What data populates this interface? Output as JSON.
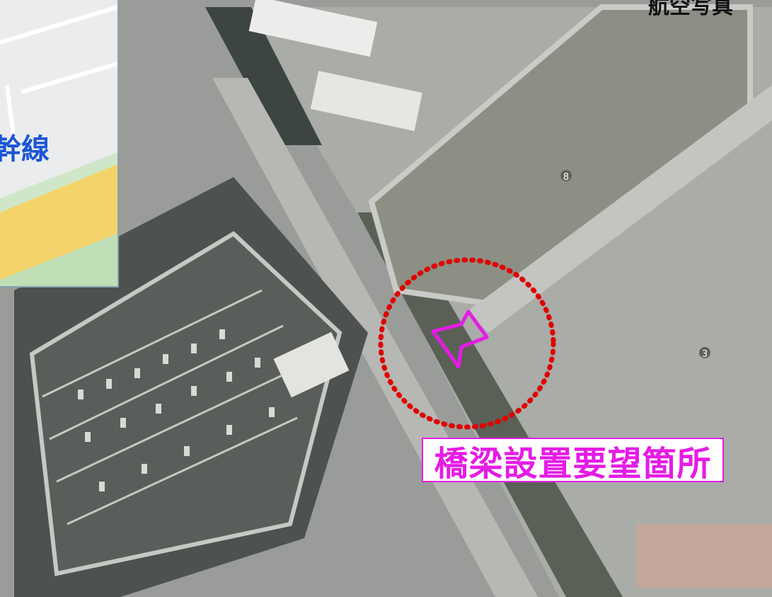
{
  "header": {
    "title": "航空写真"
  },
  "inset": {
    "road_label": "幹線"
  },
  "callout": {
    "text": "橋梁設置要望箇所"
  },
  "map_labels": {
    "block_8": "8",
    "block_3": "3"
  },
  "colors": {
    "callout_magenta": "#e51ce5",
    "circle_red": "#e00000",
    "inset_label_blue": "#1a55d6"
  }
}
